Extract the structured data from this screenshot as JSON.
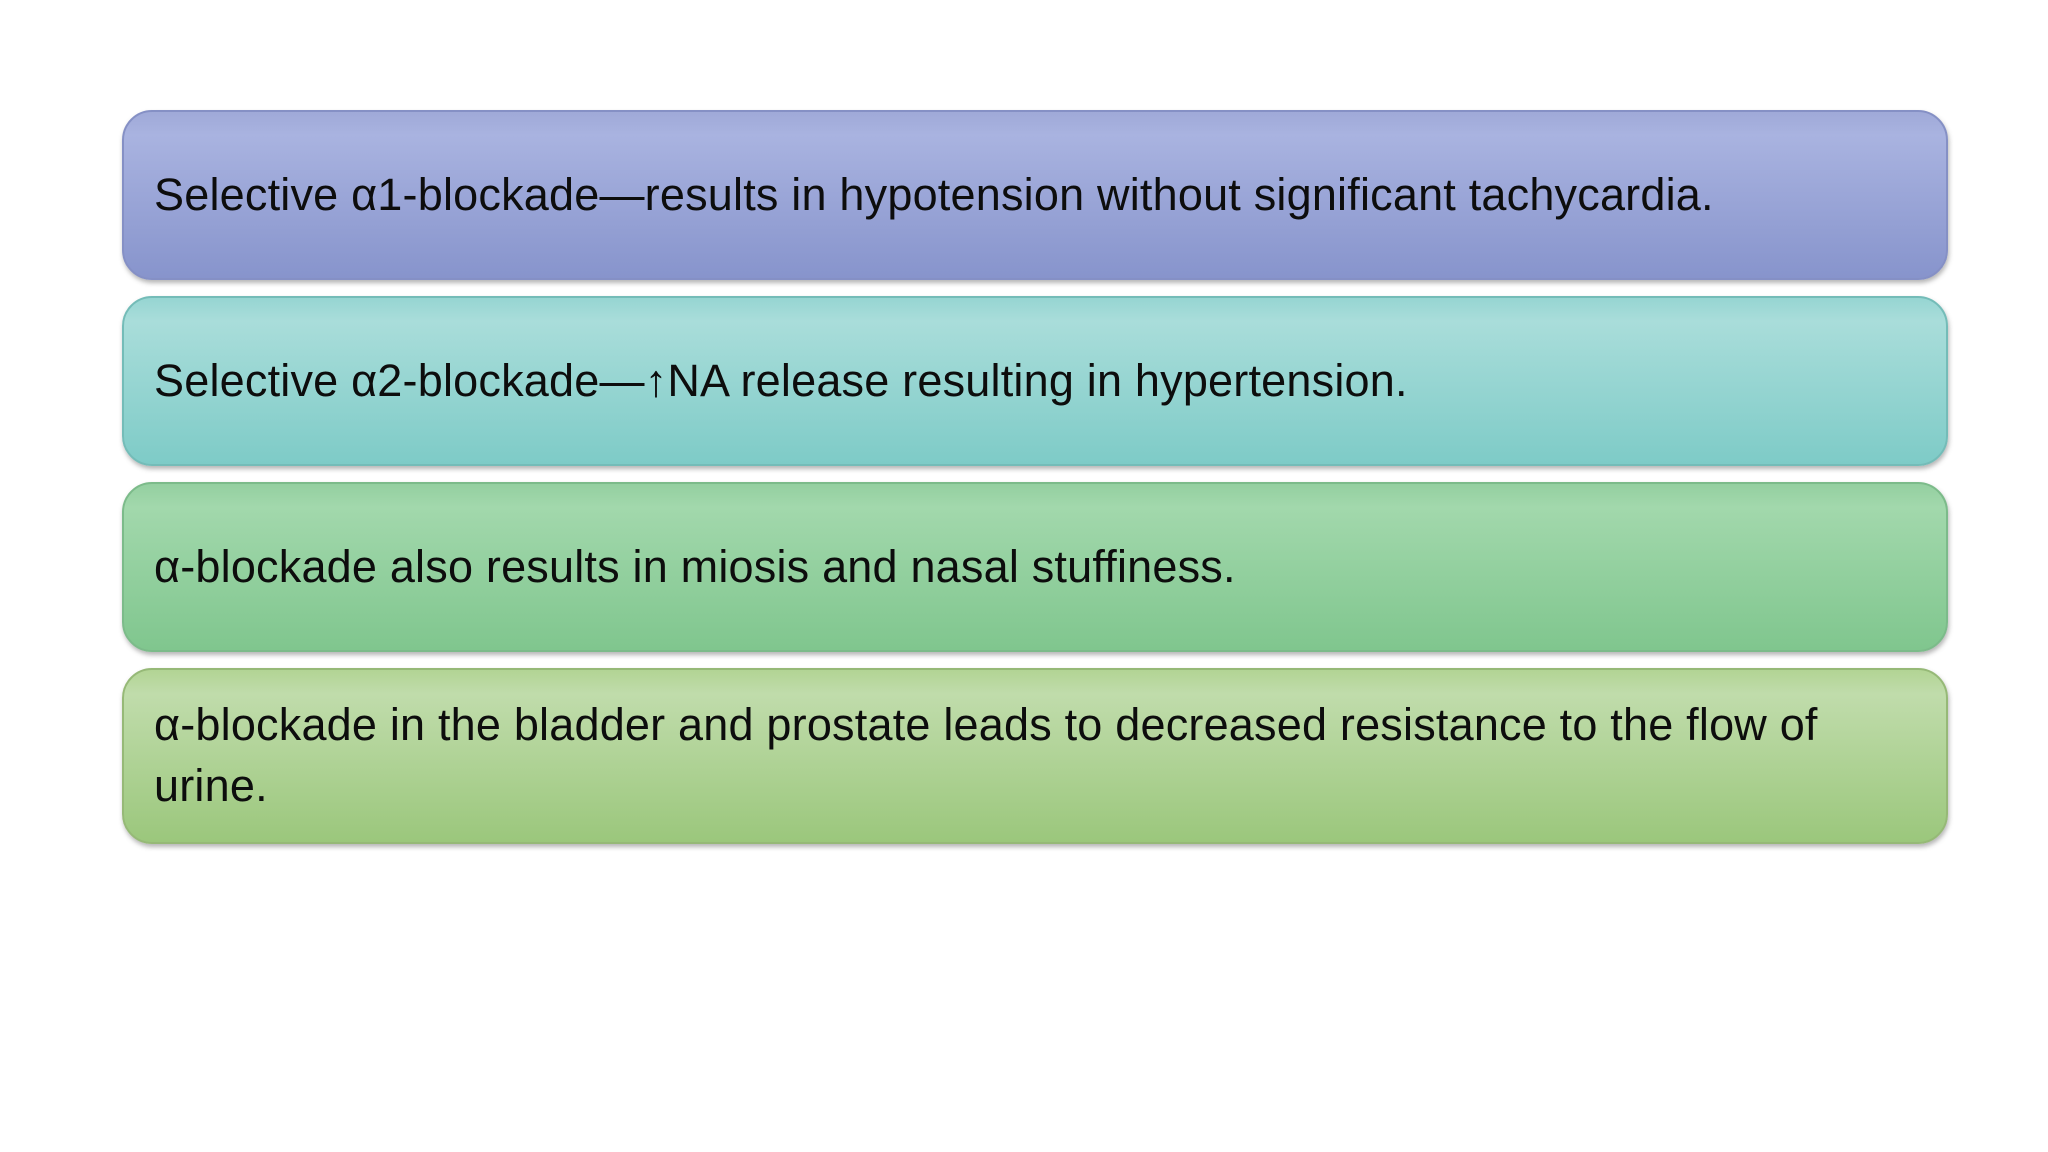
{
  "slide": {
    "background_color": "#ffffff",
    "text_color": "#0d0d0d",
    "items": [
      {
        "id": "alpha1-blockade",
        "text": "Selective α1-blockade—results in hypotension without significant tachycardia.",
        "gradient": {
          "top": "#9fa9d8",
          "light": "#a9b3e0",
          "bottom": "#8794cc"
        },
        "border_color": "#8590c5"
      },
      {
        "id": "alpha2-blockade",
        "text": "Selective α2-blockade—↑NA release resulting in hypertension.",
        "gradient": {
          "top": "#96d5d2",
          "light": "#a9ddda",
          "bottom": "#7ecbc7"
        },
        "border_color": "#74bcb8"
      },
      {
        "id": "alpha-blockade-miosis",
        "text": "α-blockade also results in miosis and nasal stuffiness.",
        "gradient": {
          "top": "#94cfa0",
          "light": "#a2d8ac",
          "bottom": "#80c68e"
        },
        "border_color": "#7cbb8a"
      },
      {
        "id": "alpha-blockade-bladder",
        "text": "α-blockade in the bladder and prostate leads to decreased resistance to the flow of urine.",
        "gradient": {
          "top": "#b2d494",
          "light": "#c0dcab",
          "bottom": "#9bc77c"
        },
        "border_color": "#96b977"
      }
    ]
  }
}
